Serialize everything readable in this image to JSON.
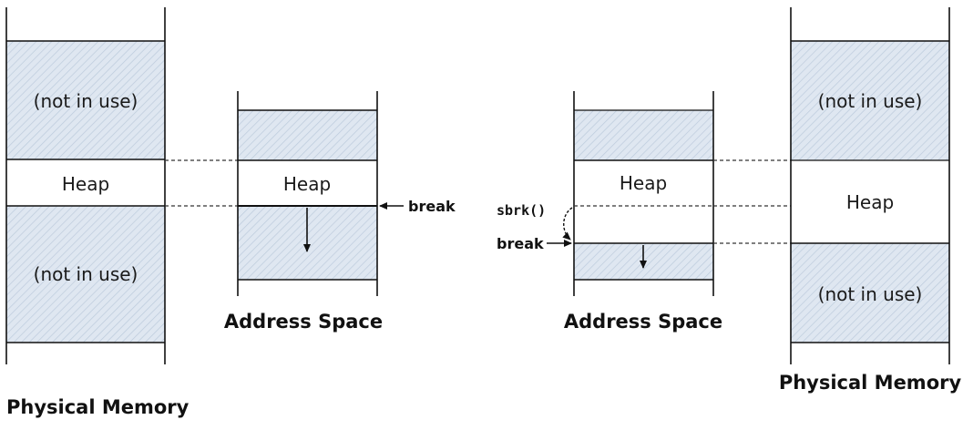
{
  "left": {
    "physical_memory": {
      "title": "Physical Memory",
      "top_label": "(not in use)",
      "heap_label": "Heap",
      "bottom_label": "(not in use)"
    },
    "address_space": {
      "title": "Address Space",
      "heap_label": "Heap",
      "break_label": "break"
    }
  },
  "right": {
    "address_space": {
      "title": "Address Space",
      "heap_label": "Heap",
      "sbrk_label": "sbrk()",
      "break_label": "break"
    },
    "physical_memory": {
      "title": "Physical Memory",
      "top_label": "(not in use)",
      "heap_label": "Heap",
      "bottom_label": "(not in use)"
    }
  }
}
